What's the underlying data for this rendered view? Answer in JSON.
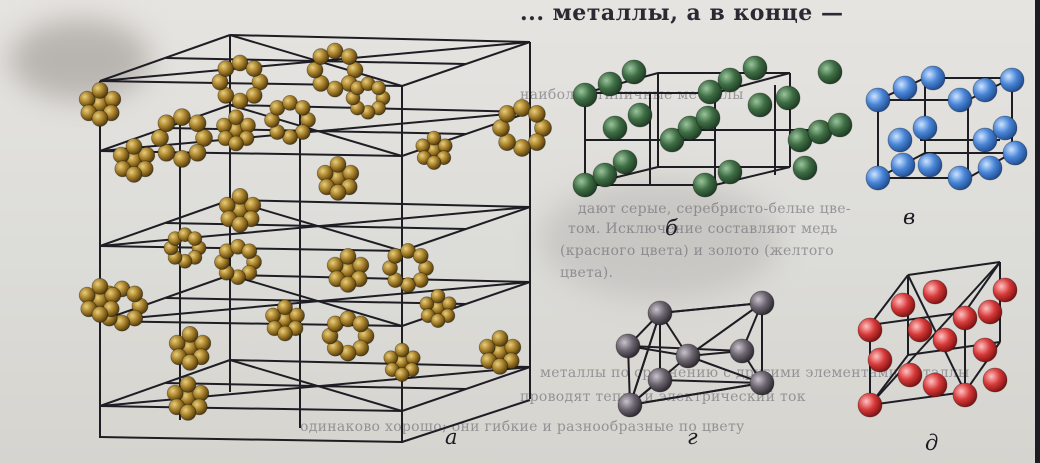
{
  "header_text": "... металлы, а в конце —",
  "captions": {
    "a": "а",
    "b": "б",
    "v": "в",
    "g": "г",
    "d": "д"
  },
  "background_lines": [
    "наиболее типичные металлы",
    "дают серые, серебристо-белые цве-",
    "том. Исключение составляют медь",
    "(красного цвета) и золото (желтого",
    "цвета).",
    "металлы по сравнению с другими элементами металлы",
    "проводят тепло и электрический ток",
    "одинаково хорошо; они гибкие и разнообразные по цвету"
  ],
  "colors": {
    "lattice_gold": "#8a6a1f",
    "lattice_green": "#3f6e45",
    "lattice_blue": "#4a86d8",
    "lattice_grey": "#6c6570",
    "lattice_red": "#d83a3a",
    "line": "#1e1d24"
  }
}
